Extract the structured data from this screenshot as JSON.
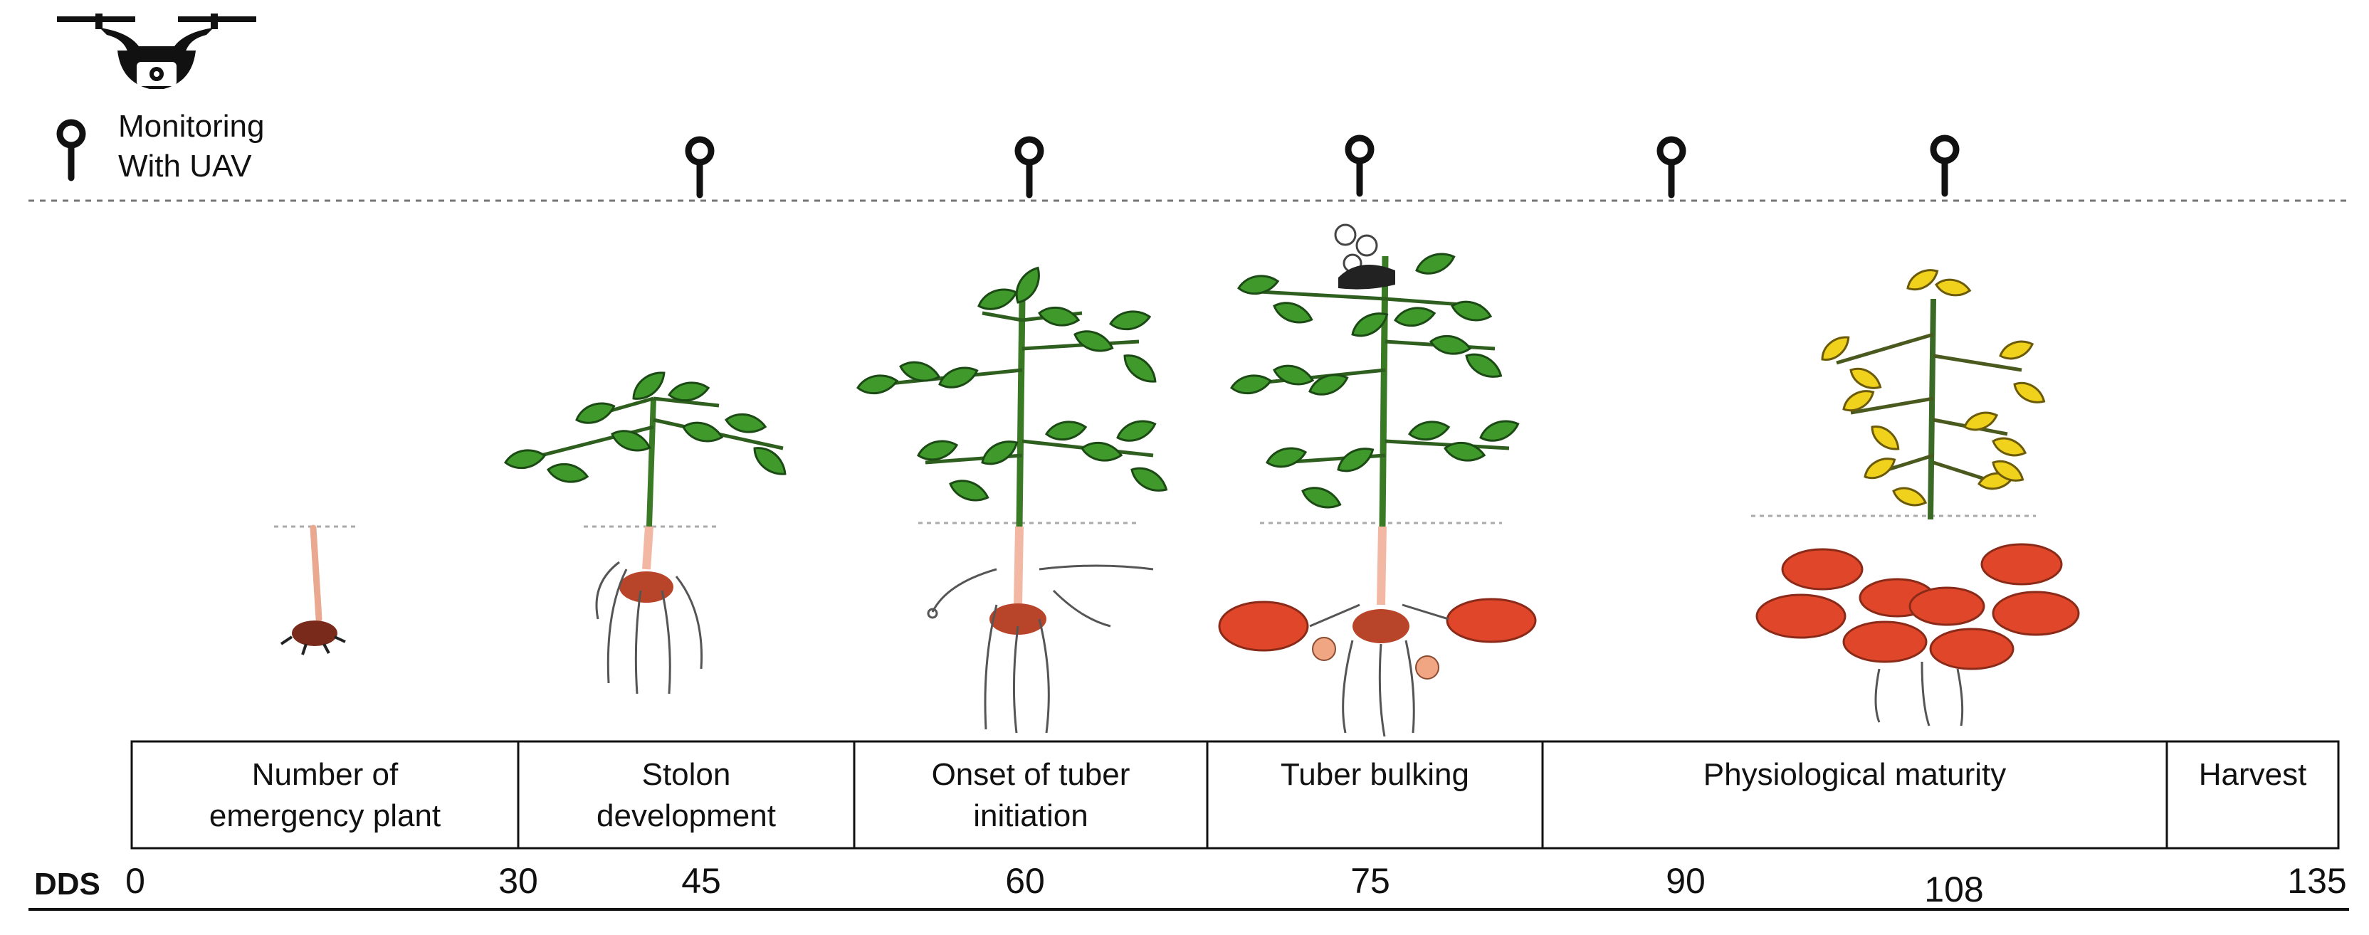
{
  "legend": {
    "drone": "drone-camera-icon",
    "pin": "map-pin-icon",
    "label_line1": "Monitoring",
    "label_line2": "With UAV"
  },
  "stages": [
    {
      "line1": "Number of",
      "line2": "emergency plant"
    },
    {
      "line1": "Stolon",
      "line2": "development"
    },
    {
      "line1": "Onset of tuber",
      "line2": "initiation"
    },
    {
      "line1": "Tuber bulking",
      "line2": ""
    },
    {
      "line1": "Physiological maturity",
      "line2": ""
    },
    {
      "line1": "Harvest",
      "line2": ""
    }
  ],
  "axis": {
    "label": "DDS",
    "ticks": [
      "0",
      "30",
      "45",
      "60",
      "75",
      "90",
      "108",
      "135"
    ]
  },
  "colors": {
    "leaf_green": "#3f9a2b",
    "leaf_yellow": "#f0d21c",
    "tuber": "#e0472a",
    "stem": "#f2b8a3",
    "ink": "#111111"
  }
}
